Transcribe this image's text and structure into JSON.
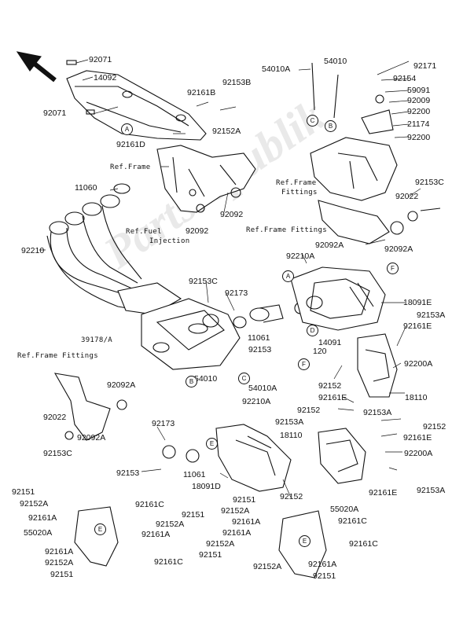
{
  "watermark": "Partsrepublik",
  "labels": {
    "l92071a": "92071",
    "l14092": "14092",
    "l92071b": "92071",
    "l92161B": "92161B",
    "l92153B": "92153B",
    "l92152A_t": "92152A",
    "l92161D": "92161D",
    "l11060": "11060",
    "l92092_a": "92092",
    "l92092_b": "92092",
    "l92210": "92210",
    "l54010A_t": "54010A",
    "l54010_t": "54010",
    "l92171": "92171",
    "l92154": "92154",
    "l59091": "59091",
    "l92009": "92009",
    "l92200_a": "92200",
    "l21174": "21174",
    "l92200_b": "92200",
    "l92153C_r": "92153C",
    "l92022_r": "92022",
    "l92092A_a": "92092A",
    "l92092A_b": "92092A",
    "l92210A_m": "92210A",
    "l92153C_m": "92153C",
    "l92173_m": "92173",
    "l18091E": "18091E",
    "l39178A": "39178/A",
    "l11061_m": "11061",
    "l92153_m": "92153",
    "l14091": "14091",
    "l120": "120",
    "l92161E_a": "92161E",
    "l92153A_a": "92153A",
    "l92200A_a": "92200A",
    "l54010_m": "54010",
    "l54010A_m": "54010A",
    "l92152_a": "92152",
    "l18110_a": "18110",
    "l92161E_b": "92161E",
    "l92092A_c": "92092A",
    "l92210A_l": "92210A",
    "l92022_l": "92022",
    "l92092A_d": "92092A",
    "l92153C_l": "92153C",
    "l92152_b": "92152",
    "l92153A_b": "92153A",
    "l92152_c": "92152",
    "l92161E_c": "92161E",
    "l18110_b": "18110",
    "l92200A_b": "92200A",
    "l92173_b": "92173",
    "l92153_b": "92153",
    "l11061_b": "11061",
    "l18091D": "18091D",
    "l92152_d": "92152",
    "l92161E_d": "92161E",
    "l92153A_c": "92153A",
    "l92151_a": "92151",
    "l92152A_a": "92152A",
    "l92161A_a": "92161A",
    "l55020A_l": "55020A",
    "l92161C_a": "92161C",
    "l92151_b": "92151",
    "l92152A_b": "92152A",
    "l92161A_b": "92161A",
    "l92161A_c": "92161A",
    "l92152A_c": "92152A",
    "l92151_c": "92151",
    "l92161C_b": "92161C",
    "l92151_d": "92151",
    "l92152A_d": "92152A",
    "l92161A_d": "92161A",
    "l92161A_e": "92161A",
    "l92152A_e": "92152A",
    "l92151_e": "92151",
    "l55020A_r": "55020A",
    "l92161C_c": "92161C",
    "l92161C_d": "92161C",
    "l92152A_f": "92152A",
    "l92161A_f": "92161A",
    "l92151_f": "92151"
  },
  "refs": {
    "ref_frame_a": "Ref.Frame",
    "ref_frame_fittings_a": "Ref.Frame",
    "ref_frame_fittings_a2": "Fittings",
    "ref_frame_fittings_b": "Ref.Frame Fittings",
    "ref_fuel_1": "Ref.Fuel",
    "ref_fuel_2": "Injection",
    "ref_frame_fittings_c": "Ref.Frame Fittings"
  },
  "callouts": {
    "cA1": "A",
    "cC1": "C",
    "cB1": "B",
    "cA2": "A",
    "cF1": "F",
    "cD1": "D",
    "cF2": "F",
    "cB2": "B",
    "cC2": "C",
    "cE1": "E",
    "cE2": "E",
    "cE3": "E"
  }
}
